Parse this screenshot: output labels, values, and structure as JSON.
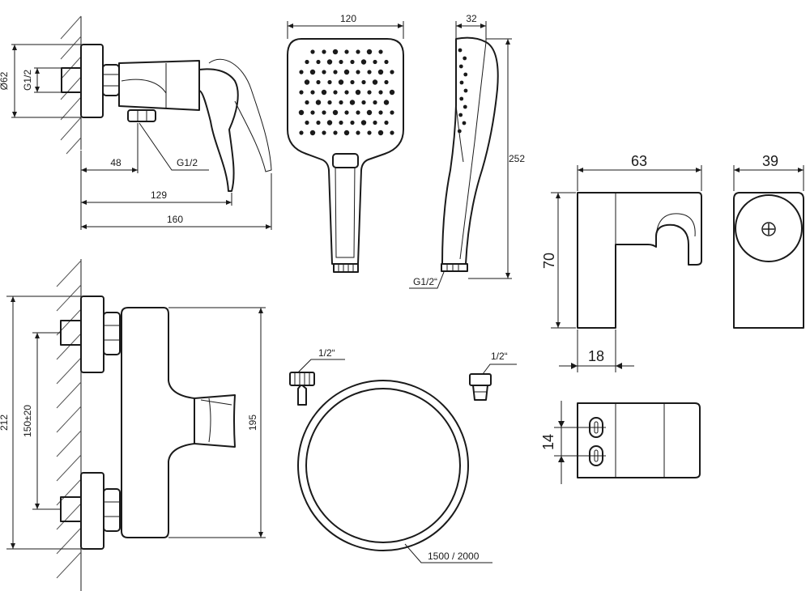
{
  "dimensions": {
    "mixer_side": {
      "diameter": "Ø62",
      "inlet_thread": "G1/2",
      "outlet_thread": "G1/2",
      "offset_48": "48",
      "depth_129": "129",
      "depth_160": "160"
    },
    "hand_shower": {
      "width": "120",
      "thickness": "32",
      "length": "252",
      "thread": "G1/2“"
    },
    "holder": {
      "width": "63",
      "depth": "39",
      "height": "70",
      "base": "18",
      "hole_spacing": "14"
    },
    "mixer_front": {
      "height_212": "212",
      "spacing": "150±20",
      "height_195": "195"
    },
    "hose": {
      "thread_left": "1/2“",
      "thread_right": "1/2“",
      "length": "1500 / 2000"
    }
  }
}
